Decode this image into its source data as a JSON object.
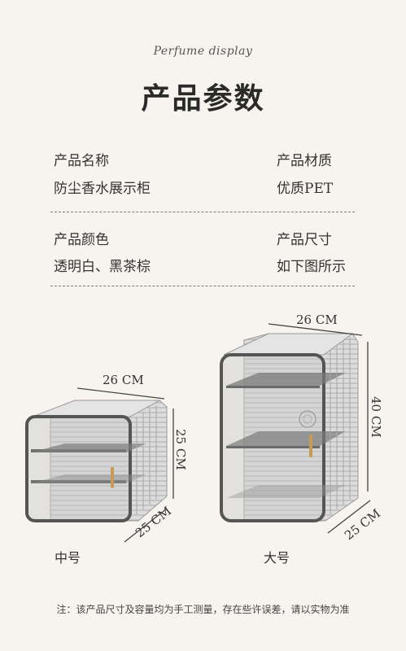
{
  "header": {
    "script_title": "Perfume display",
    "title": "产品参数"
  },
  "params": {
    "name_label": "产品名称",
    "name_value": "防尘香水展示柜",
    "material_label": "产品材质",
    "material_value": "优质PET",
    "color_label": "产品颜色",
    "color_value": "透明白、黑茶棕",
    "size_label": "产品尺寸",
    "size_value": "如下图所示"
  },
  "medium": {
    "label": "中号",
    "width": "26 CM",
    "height": "25 CM",
    "depth": "25 CM"
  },
  "large": {
    "label": "大号",
    "width": "26 CM",
    "height": "40 CM",
    "depth": "25 CM"
  },
  "footer": {
    "note": "注：该产品尺寸及容量均为手工测量，存在些许误差，请以实物为准"
  },
  "colors": {
    "background": "#f7f4ef",
    "frame": "#555555",
    "panel": "#8a8a8a",
    "handle": "#c79a55"
  }
}
